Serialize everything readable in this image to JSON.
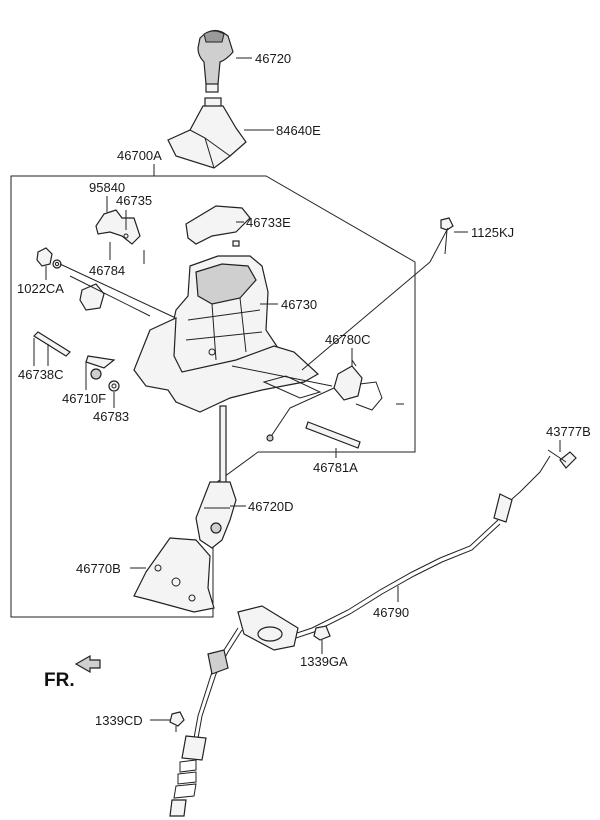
{
  "diagram": {
    "orientation_label": "FR.",
    "parts": {
      "p46720": "46720",
      "p84640E": "84640E",
      "p46700A": "46700A",
      "p95840": "95840",
      "p46735": "46735",
      "p46733E": "46733E",
      "p1125KJ": "1125KJ",
      "p46784": "46784",
      "p1022CA": "1022CA",
      "p46730": "46730",
      "p46780C": "46780C",
      "p46738C": "46738C",
      "p46710F": "46710F",
      "p46783": "46783",
      "p46781A": "46781A",
      "p43777B": "43777B",
      "p46720D": "46720D",
      "p46770B": "46770B",
      "p46790": "46790",
      "p1339GA": "1339GA",
      "p1339CD": "1339CD"
    }
  }
}
